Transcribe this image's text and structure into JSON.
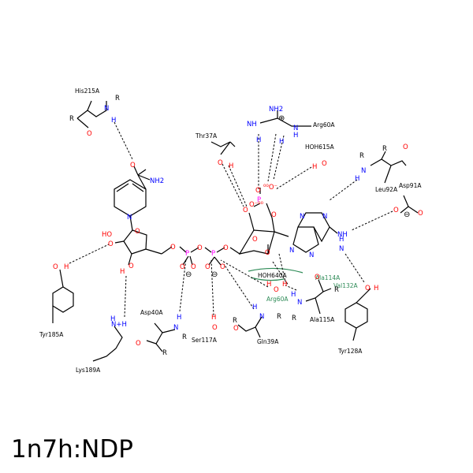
{
  "title": "1n7h:NDP",
  "colors": {
    "carbon": "#000000",
    "oxygen": "#ff0000",
    "nitrogen": "#0000ff",
    "phosphorus": "#ff00ff",
    "hydrophobic": "#2e8b57"
  },
  "residues": {
    "his215": "His215A",
    "thr37": "Thr37A",
    "arg60a": "Arg60A",
    "hoh615": "HOH615A",
    "leu92": "Leu92A",
    "asp91": "Asp91A",
    "tyr185": "Tyr185A",
    "lys189": "Lys189A",
    "asp40": "Asp40A",
    "ser117": "Ser117A",
    "gln39": "Gln39A",
    "hoh640": "HOH640A",
    "ala114": "Ala114A",
    "val132": "Val132A",
    "arg60b": "Arg60A",
    "ala115": "Ala115A",
    "tyr128": "Tyr128A"
  },
  "atoms": {
    "R": "R",
    "N": "N",
    "H": "H",
    "O": "O",
    "NH2": "NH2",
    "P": "P",
    "plus": "⊕",
    "minus": "⊖",
    "NH": "NH",
    "OH": "OH",
    "HO": "HO",
    "NH_plus": "N+H",
    "charge_o_left": "O⁻⁰⁰",
    "charge_o_right": "⁰⁰O⁻"
  }
}
